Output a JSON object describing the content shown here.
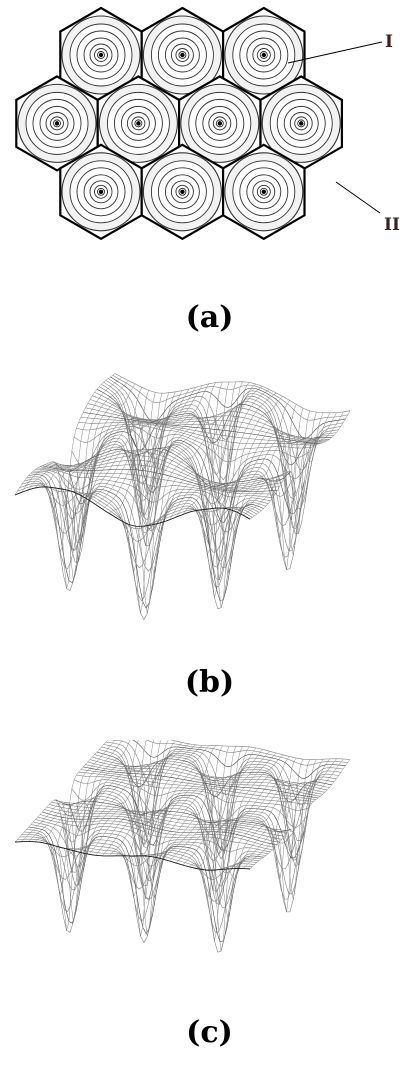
{
  "figure": {
    "panels": [
      {
        "caption": "(a)",
        "markers": [
          "I",
          "II"
        ]
      },
      {
        "caption": "(b)"
      },
      {
        "caption": "(c)"
      }
    ]
  },
  "colors": {
    "ink": "#000000",
    "mesh": "#7a7a7a",
    "mesh_dark": "#3c3c3c"
  }
}
